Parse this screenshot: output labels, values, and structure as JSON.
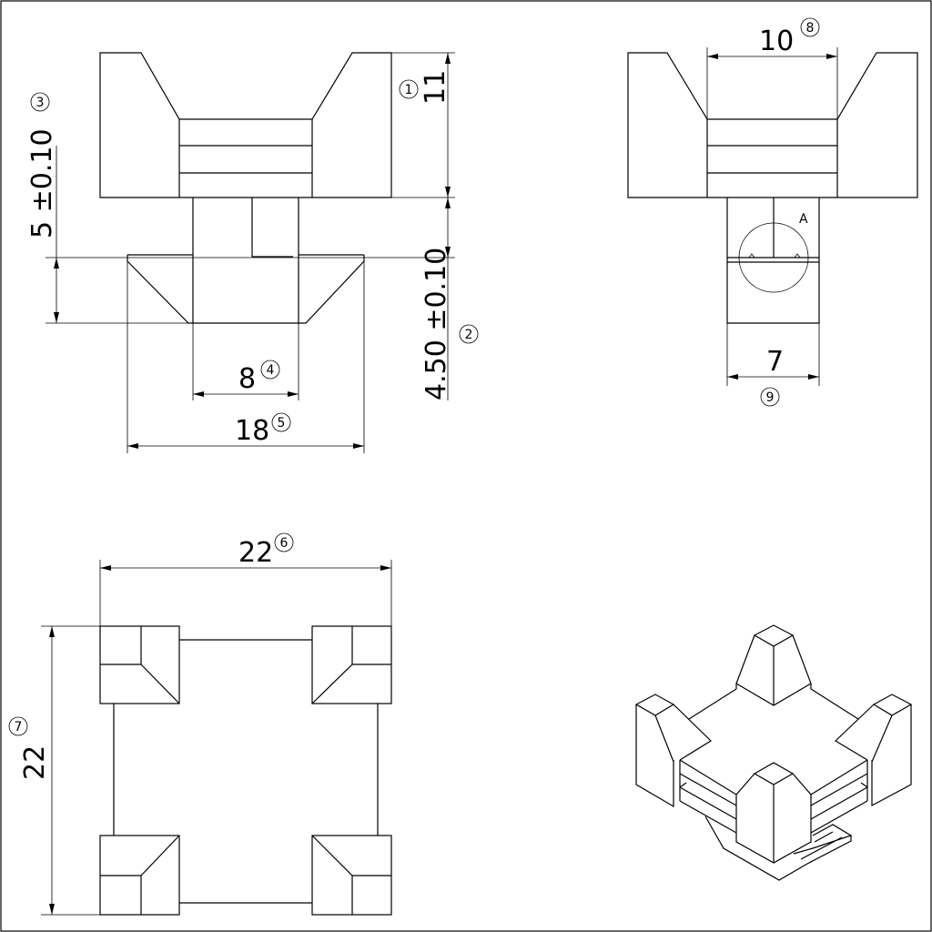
{
  "drawing": {
    "front_view": {
      "dim_height_top": "11",
      "dim_height_top_note": "1",
      "dim_base_height": "5 ±0.10",
      "dim_base_height_note": "3",
      "dim_stem_height": "4.50 ±0.10",
      "dim_stem_height_note": "2",
      "dim_stem_width": "8",
      "dim_stem_width_note": "4",
      "dim_base_width": "18",
      "dim_base_width_note": "5"
    },
    "side_view": {
      "dim_slot_width": "10",
      "dim_slot_width_note": "8",
      "detail_label": "A",
      "dim_stem_width": "7",
      "dim_stem_width_note": "9"
    },
    "top_view": {
      "dim_width": "22",
      "dim_width_note": "6",
      "dim_depth": "22",
      "dim_depth_note": "7"
    }
  }
}
